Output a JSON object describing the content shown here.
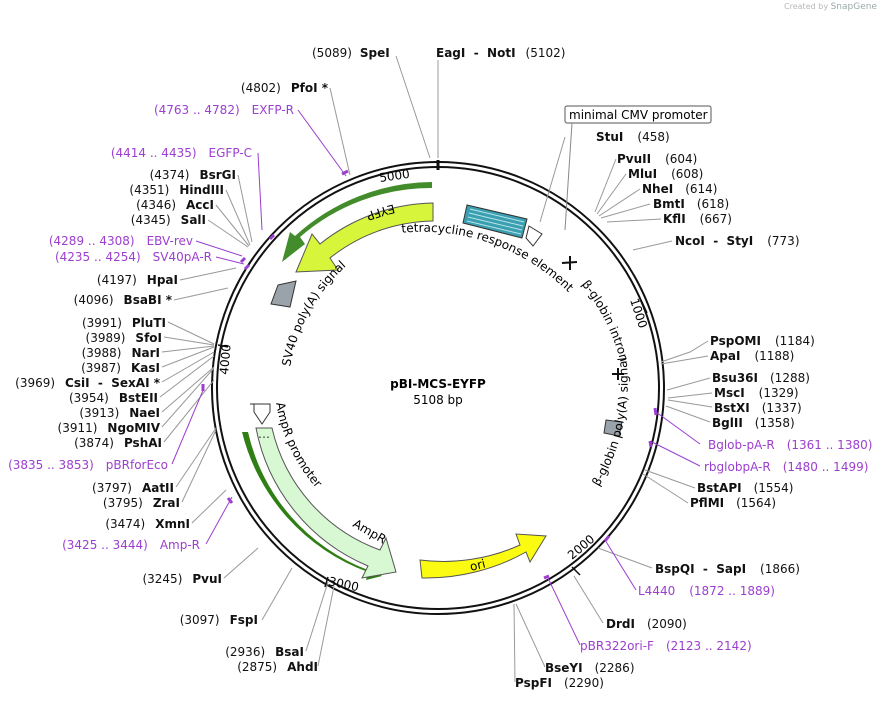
{
  "watermark": {
    "prefix": "Created by",
    "brand": "SnapGene"
  },
  "plasmid": {
    "name": "pBI-MCS-EYFP",
    "size_label": "5108 bp",
    "length": 5108
  },
  "ruler": [
    {
      "label": "1000",
      "pos": 1000
    },
    {
      "label": "2000",
      "pos": 2000
    },
    {
      "label": "3000",
      "pos": 3000
    },
    {
      "label": "4000",
      "pos": 4000
    },
    {
      "label": "5000",
      "pos": 5000
    }
  ],
  "features": {
    "eyfp": {
      "label": "EYFP"
    },
    "sv40": {
      "label": "SV40 poly(A) signal"
    },
    "tre": {
      "label": "tetracycline response element"
    },
    "minCMV": {
      "label": "minimal CMV promoter"
    },
    "bglobin_intron": {
      "label": "β-globin intron"
    },
    "bglobin_polyA": {
      "label": "β-globin poly(A) signal"
    },
    "ampr_promoter": {
      "label": "AmpR promoter"
    },
    "ampr": {
      "label": "AmpR"
    },
    "ori": {
      "label": "ori"
    }
  },
  "sites_right": [
    {
      "name": "StuI",
      "pos": "(458)"
    },
    {
      "name": "PvuII",
      "pos": "(604)"
    },
    {
      "name": "MluI",
      "pos": "(608)"
    },
    {
      "name": "NheI",
      "pos": "(614)"
    },
    {
      "name": "BmtI",
      "pos": "(618)"
    },
    {
      "name": "KflI",
      "pos": "(667)"
    },
    {
      "name": "NcoI  -  StyI",
      "pos": "(773)"
    },
    {
      "name": "PspOMI",
      "pos": "(1184)"
    },
    {
      "name": "ApaI",
      "pos": "(1188)"
    },
    {
      "name": "Bsu36I",
      "pos": "(1288)"
    },
    {
      "name": "MscI",
      "pos": "(1329)"
    },
    {
      "name": "BstXI",
      "pos": "(1337)"
    },
    {
      "name": "BglII",
      "pos": "(1358)"
    },
    {
      "name": "BstAPI",
      "pos": "(1554)"
    },
    {
      "name": "PflMI",
      "pos": "(1564)"
    },
    {
      "name": "BspQI  -  SapI",
      "pos": "(1866)"
    },
    {
      "name": "DrdI",
      "pos": "(2090)"
    },
    {
      "name": "BseYI",
      "pos": "(2286)"
    },
    {
      "name": "PspFI",
      "pos": "(2290)"
    }
  ],
  "primers_right": [
    {
      "name": "Bglob-pA-R",
      "range": "(1361 .. 1380)"
    },
    {
      "name": "rbglobpA-R",
      "range": "(1480 .. 1499)"
    },
    {
      "name": "L4440",
      "range": "(1872 .. 1889)"
    },
    {
      "name": "pBR322ori-F",
      "range": "(2123 .. 2142)"
    }
  ],
  "sites_top": [
    {
      "name": "SpeI",
      "pos": "(5089)"
    },
    {
      "name": "EagI  -  NotI",
      "pos": "(5102)"
    }
  ],
  "sites_left": [
    {
      "name": "PfoI *",
      "pos": "(4802)"
    },
    {
      "name": "BsrGI",
      "pos": "(4374)"
    },
    {
      "name": "HindIII",
      "pos": "(4351)"
    },
    {
      "name": "AccI",
      "pos": "(4346)"
    },
    {
      "name": "SalI",
      "pos": "(4345)"
    },
    {
      "name": "HpaI",
      "pos": "(4197)"
    },
    {
      "name": "BsaBI *",
      "pos": "(4096)"
    },
    {
      "name": "PluTI",
      "pos": "(3991)"
    },
    {
      "name": "SfoI",
      "pos": "(3989)"
    },
    {
      "name": "NarI",
      "pos": "(3988)"
    },
    {
      "name": "KasI",
      "pos": "(3987)"
    },
    {
      "name": "CsiI  -  SexAI *",
      "pos": "(3969)"
    },
    {
      "name": "BstEII",
      "pos": "(3954)"
    },
    {
      "name": "NaeI",
      "pos": "(3913)"
    },
    {
      "name": "NgoMIV",
      "pos": "(3911)"
    },
    {
      "name": "PshAI",
      "pos": "(3874)"
    },
    {
      "name": "AatII",
      "pos": "(3797)"
    },
    {
      "name": "ZraI",
      "pos": "(3795)"
    },
    {
      "name": "XmnI",
      "pos": "(3474)"
    },
    {
      "name": "PvuI",
      "pos": "(3245)"
    },
    {
      "name": "FspI",
      "pos": "(3097)"
    },
    {
      "name": "BsaI",
      "pos": "(2936)"
    },
    {
      "name": "AhdI",
      "pos": "(2875)"
    }
  ],
  "primers_left": [
    {
      "name": "EXFP-R",
      "range": "(4763 .. 4782)"
    },
    {
      "name": "EGFP-C",
      "range": "(4414 .. 4435)"
    },
    {
      "name": "EBV-rev",
      "range": "(4289 .. 4308)"
    },
    {
      "name": "SV40pA-R",
      "range": "(4235 .. 4254)"
    },
    {
      "name": "pBRforEco",
      "range": "(3835 .. 3853)"
    },
    {
      "name": "Amp-R",
      "range": "(3425 .. 3444)"
    }
  ],
  "colors": {
    "primer": "#9b3fcf",
    "eyfp": "#d7f53a",
    "ampr": "#d8f8d4",
    "ori": "#fbfb12",
    "tre": "#3a9fb0",
    "sv40": "#9aa2aa",
    "polyA": "#9aa2aa"
  }
}
